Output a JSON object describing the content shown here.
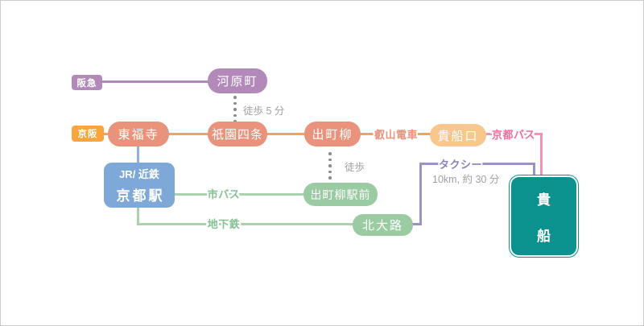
{
  "colors": {
    "hankyu_purple": "#b28aba",
    "keihan_tag": "#f7a53c",
    "keihan_line": "#f3a259",
    "salmon": "#e9937d",
    "kibuneguchi_orange": "#f8c78e",
    "pink_text": "#ee6d9d",
    "pink_line": "#f493b1",
    "jr_blue": "#7ea8d8",
    "blue_line": "#8fb2dc",
    "green_box": "#9bcba3",
    "green_line": "#a9d2ae",
    "green_text": "#84c192",
    "taxi_line": "#9993c7",
    "taxi_text": "#8a82bf",
    "kibune_teal": "#0b918e",
    "note_grey": "#a0a0a0",
    "dot_grey": "#8c8c8c",
    "border_grey": "#cccccc"
  },
  "lines": {
    "hankyu": "阪急",
    "keihan": "京阪",
    "eizan_railway": "叡山電車",
    "kyoto_bus": "京都バス",
    "city_bus": "市バス",
    "subway": "地下鉄",
    "taxi": "タクシー",
    "taxi_note": "10km, 約 30 分",
    "walk_5min": "徒歩 5 分",
    "walk": "徒歩"
  },
  "stations": {
    "kawaramachi": "河原町",
    "tofukuji": "東福寺",
    "gion_shijo": "祇園四条",
    "demachiyanagi": "出町柳",
    "kibuneguchi": "貴船口",
    "jr_kintetsu": "JR/ 近鉄",
    "kyoto_station": "京都駅",
    "demachiyanagi_ekimae": "出町柳駅前",
    "kitaoji": "北大路",
    "kibune_char1": "貴",
    "kibune_char2": "船"
  }
}
